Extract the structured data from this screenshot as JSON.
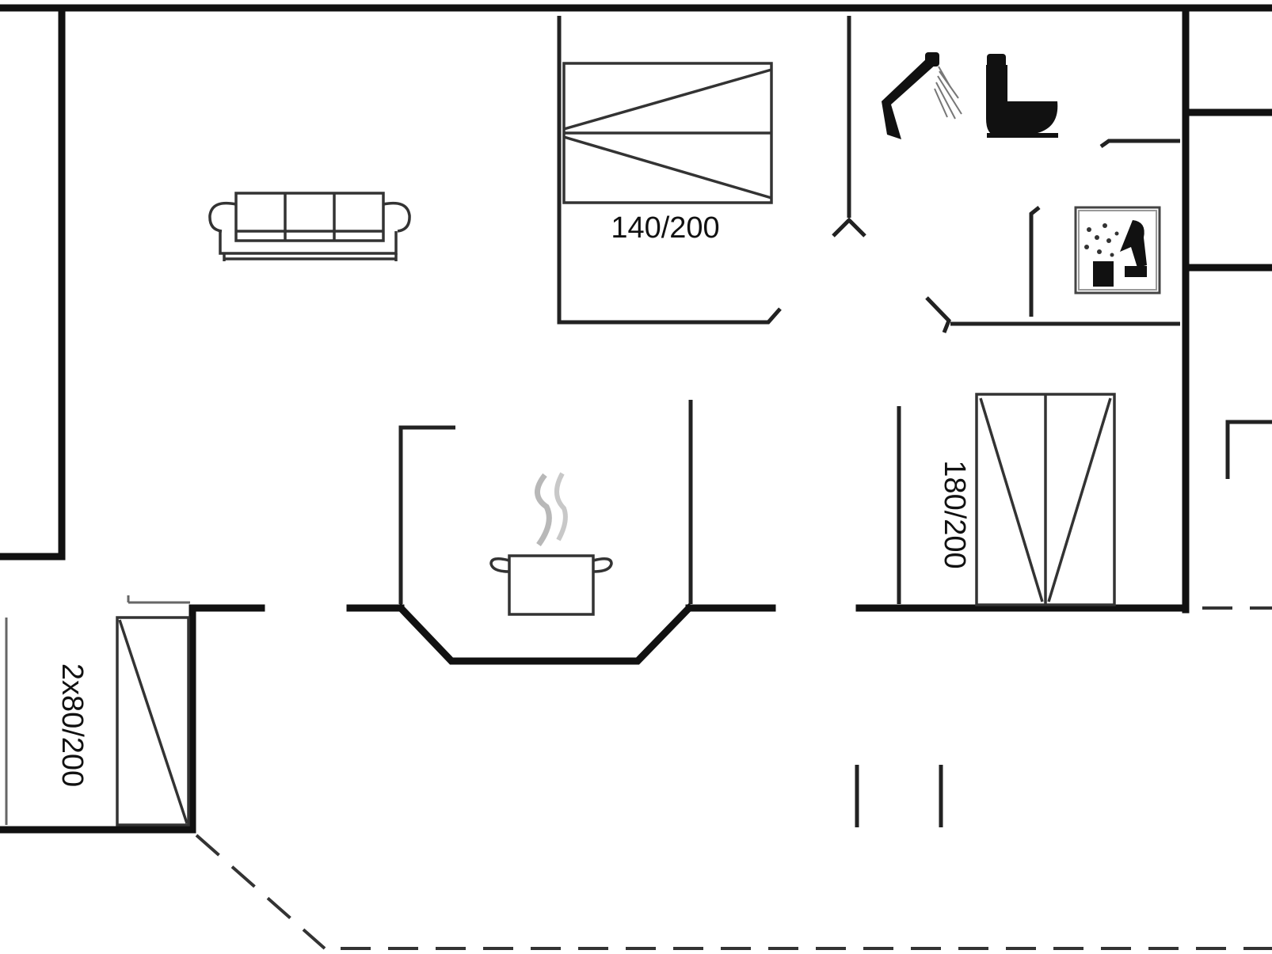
{
  "labels": {
    "bed_double_1": "140/200",
    "bed_double_2": "180/200",
    "bed_single": "2x80/200"
  },
  "colors": {
    "wall": "#111111",
    "background": "#ffffff",
    "steam": "#b8b8b8"
  },
  "icons": [
    "sofa-icon",
    "cooking-pot-icon",
    "shower-icon",
    "toilet-icon",
    "washing-machine-icon"
  ]
}
